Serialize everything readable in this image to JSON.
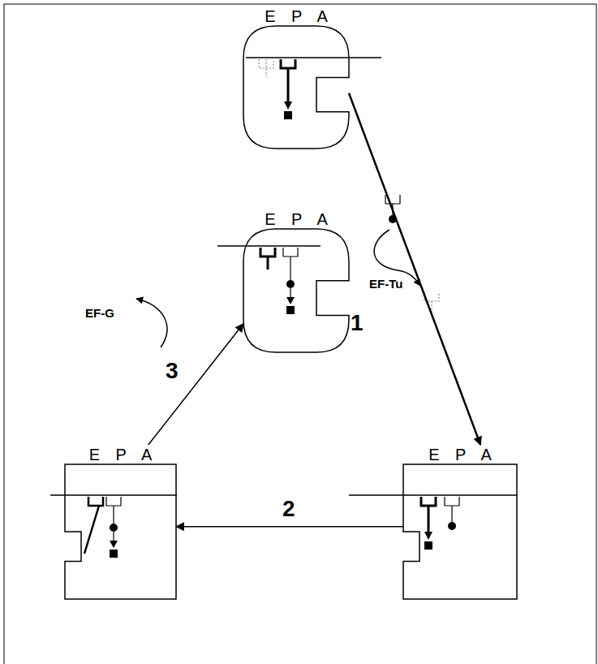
{
  "diagram": {
    "nodes": [
      {
        "text": [
          "E P A"
        ]
      },
      {
        "text": [
          "E P A"
        ]
      },
      {
        "text": [
          "E P A"
        ]
      },
      {
        "text": [
          "E P A"
        ]
      }
    ],
    "edges": [
      {
        "from": 0,
        "to": 3,
        "label": "1",
        "arrow": "to"
      },
      {
        "from": 3,
        "to": 2,
        "label": "2",
        "arrow": "to"
      },
      {
        "from": 2,
        "to": 1,
        "label": "3",
        "arrow": "to"
      }
    ],
    "labels": [
      "EF-Tu",
      "EF-G"
    ]
  }
}
